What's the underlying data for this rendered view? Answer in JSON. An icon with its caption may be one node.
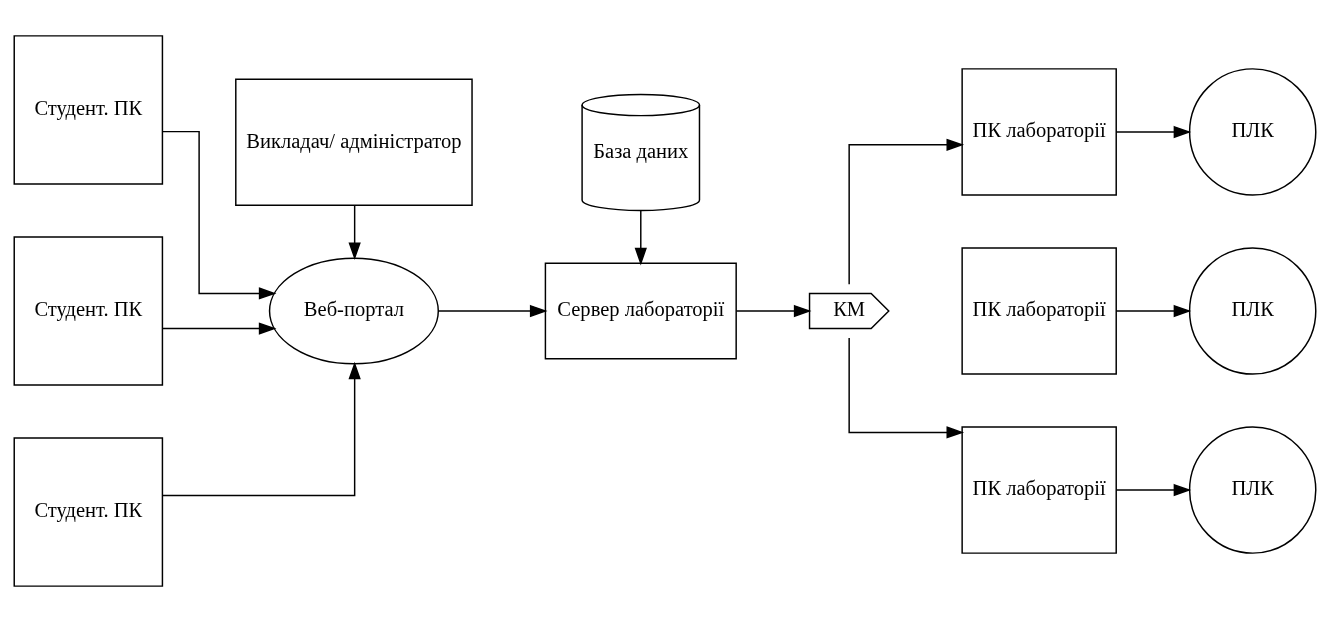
{
  "diagram": {
    "nodes": [
      {
        "text": [
          "Студент. ПК"
        ]
      },
      {
        "text": [
          "Студент. ПК"
        ]
      },
      {
        "text": [
          "Студент. ПК"
        ]
      },
      {
        "text": [
          "Викладач/ адміністратор"
        ]
      },
      {
        "text": [
          "Веб-портал"
        ]
      },
      {
        "text": [
          "База даних"
        ]
      },
      {
        "text": [
          "Сервер лабораторії"
        ]
      },
      {
        "text": [
          "КМ"
        ]
      },
      {
        "text": [
          "ПК лабораторії"
        ]
      },
      {
        "text": [
          "ПК лабораторії"
        ]
      },
      {
        "text": [
          "ПК лабораторії"
        ]
      },
      {
        "text": [
          "ПЛК"
        ]
      },
      {
        "text": [
          "ПЛК"
        ]
      },
      {
        "text": [
          "ПЛК"
        ]
      }
    ],
    "edges": [
      {
        "from": 0,
        "to": 4,
        "arrow": "to"
      },
      {
        "from": 1,
        "to": 4,
        "arrow": "to"
      },
      {
        "from": 2,
        "to": 4,
        "arrow": "to"
      },
      {
        "from": 3,
        "to": 4,
        "arrow": "to"
      },
      {
        "from": 4,
        "to": 6,
        "arrow": "to"
      },
      {
        "from": 5,
        "to": 6,
        "arrow": "to"
      },
      {
        "from": 6,
        "to": 7,
        "arrow": "to"
      },
      {
        "from": 7,
        "to": 8,
        "arrow": "to"
      },
      {
        "from": 7,
        "to": 10,
        "arrow": "to"
      },
      {
        "from": 8,
        "to": 11,
        "arrow": "to"
      },
      {
        "from": 9,
        "to": 12,
        "arrow": "to"
      },
      {
        "from": 10,
        "to": 13,
        "arrow": "to"
      }
    ]
  }
}
